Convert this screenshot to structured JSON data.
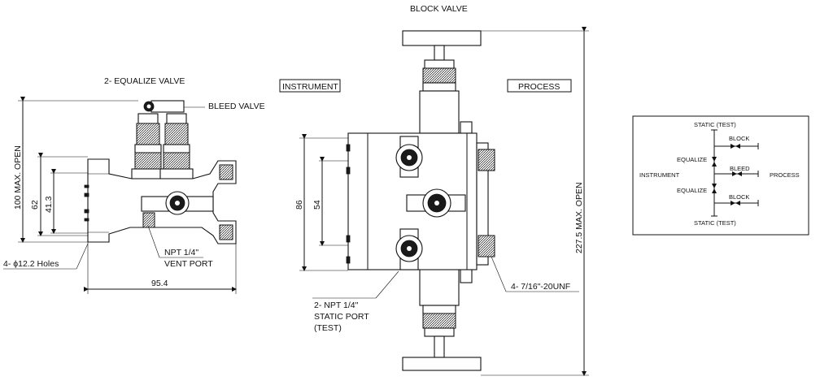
{
  "labels": {
    "block_valve": "BLOCK VALVE",
    "equalize_valve": "2- EQUALIZE VALVE",
    "bleed_valve": "BLEED VALVE",
    "instrument_box": "INSTRUMENT",
    "process_box": "PROCESS",
    "npt_vent_line1": "NPT 1/4\"",
    "npt_vent_line2": "VENT PORT",
    "holes": "4- ϕ12.2 Holes",
    "static_port_line1": "2- NPT 1/4\"",
    "static_port_line2": "STATIC PORT",
    "static_port_line3": "(TEST)",
    "unf": "4- 7/16\"-20UNF"
  },
  "dimensions": {
    "max_open_left": "100 MAX. OPEN",
    "d62": "62",
    "d41_3": "41.3",
    "d95_4": "95.4",
    "d86": "86",
    "d54": "54",
    "max_open_right": "227.5 MAX. OPEN"
  },
  "schematic": {
    "static_top": "STATIC (TEST)",
    "block_top": "BLOCK",
    "equalize_top": "EQUALIZE",
    "bleed": "BLEED",
    "instrument": "INSTRUMENT",
    "process": "PROCESS",
    "equalize_bottom": "EQUALIZE",
    "block_bottom": "BLOCK",
    "static_bottom": "STATIC (TEST)"
  }
}
